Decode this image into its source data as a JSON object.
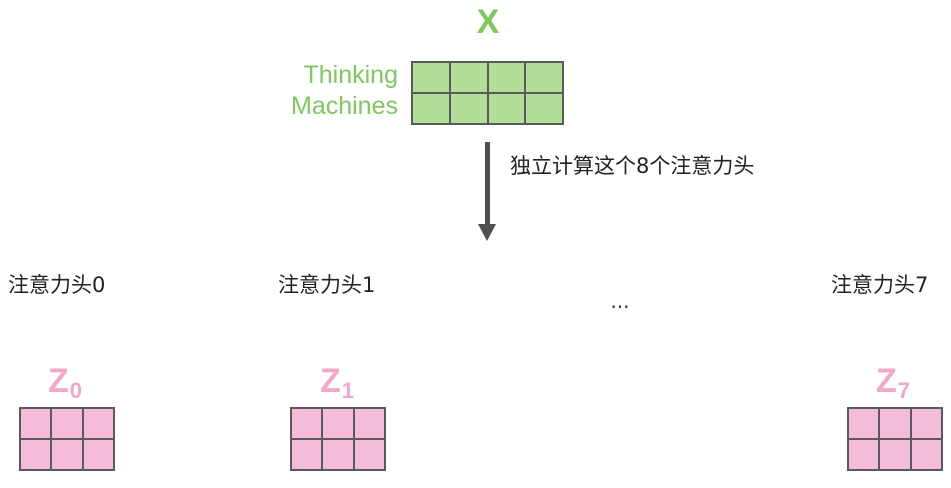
{
  "colors": {
    "green_text": "#7dc95e",
    "green_fill": "#b3de98",
    "pink_text": "#f2a8cb",
    "pink_fill": "#f4bcd9",
    "arrow": "#4d4f55",
    "grid_line": "#5a5a5a"
  },
  "input": {
    "title": "X",
    "label_line1": "Thinking",
    "label_line2": "Machines",
    "rows": 2,
    "cols": 4
  },
  "step_label": "独立计算这个8个注意力头",
  "ellipsis": "...",
  "heads": [
    {
      "label": "注意力头0",
      "z_letter": "Z",
      "z_sub": "0",
      "rows": 2,
      "cols": 3
    },
    {
      "label": "注意力头1",
      "z_letter": "Z",
      "z_sub": "1",
      "rows": 2,
      "cols": 3
    },
    {
      "label": "注意力头7",
      "z_letter": "Z",
      "z_sub": "7",
      "rows": 2,
      "cols": 3
    }
  ]
}
